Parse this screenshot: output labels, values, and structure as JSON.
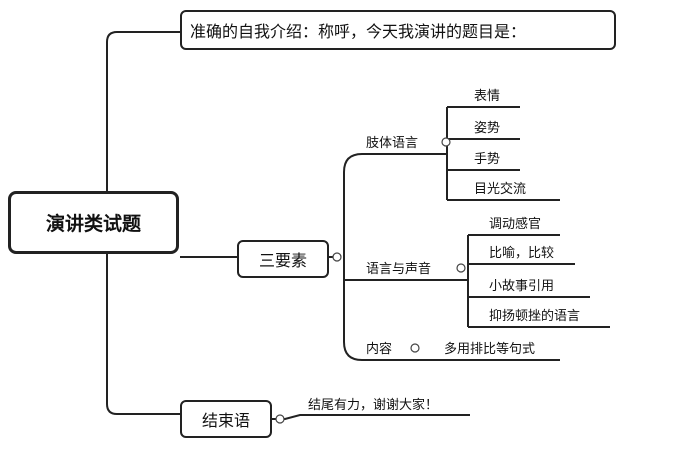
{
  "root": {
    "label": "演讲类试题"
  },
  "intro": {
    "label": "准确的自我介绍：称呼，今天我演讲的题目是："
  },
  "elements": {
    "label": "三要素",
    "body_language": {
      "label": "肢体语言",
      "items": [
        "表情",
        "姿势",
        "手势",
        "目光交流"
      ]
    },
    "voice": {
      "label": "语言与声音",
      "items": [
        "调动感官",
        "比喻，比较",
        "小故事引用",
        "抑扬顿挫的语言"
      ]
    },
    "content": {
      "label": "内容",
      "items": [
        "多用排比等句式"
      ]
    }
  },
  "ending": {
    "label": "结束语",
    "items": [
      "结尾有力，谢谢大家！"
    ]
  }
}
